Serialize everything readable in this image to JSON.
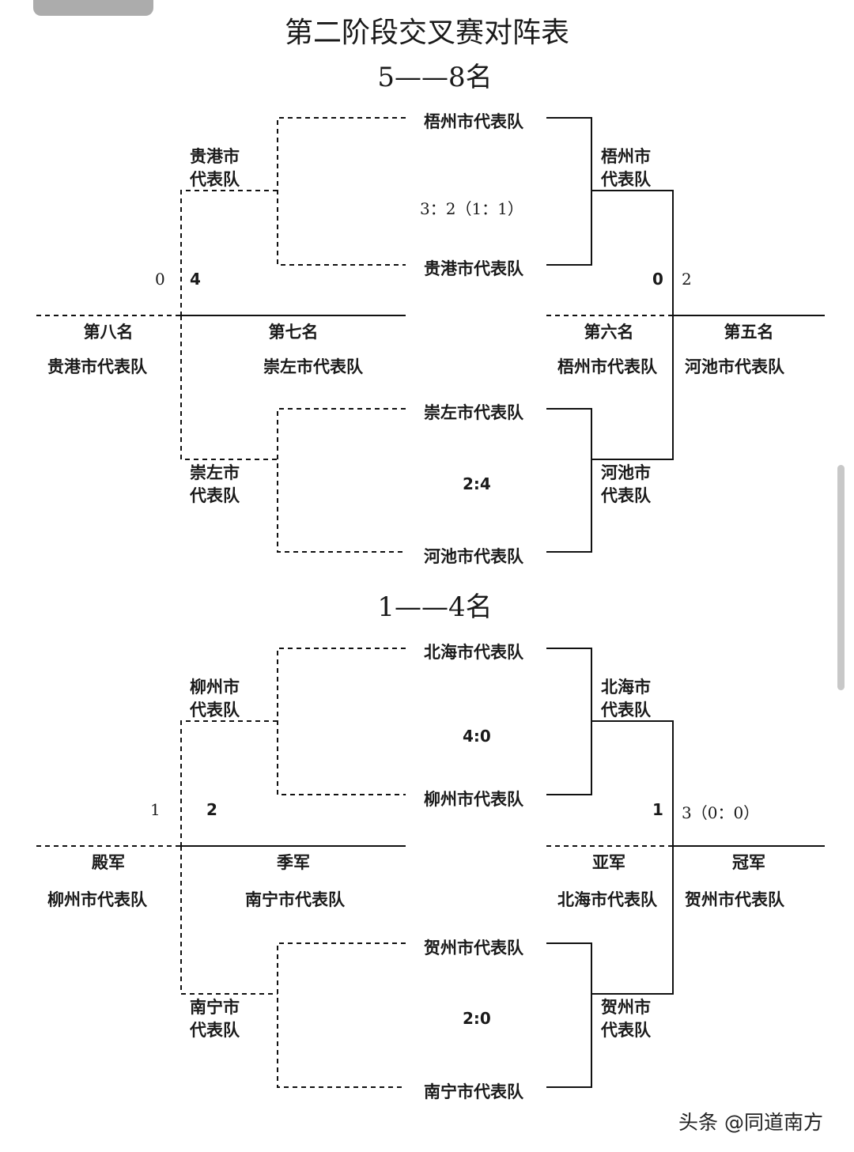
{
  "title": "第二阶段交叉赛对阵表",
  "watermark": "头条 @同道南方",
  "sections": [
    {
      "heading": "5——8名",
      "upper_match": {
        "team_top": "梧州市代表队",
        "team_bottom": "贵港市代表队",
        "score": "3：2（1：1）"
      },
      "lower_match": {
        "team_top": "崇左市代表队",
        "team_bottom": "河池市代表队",
        "score": "2:4"
      },
      "left_semi": {
        "upper_loser": "贵港市\n代表队",
        "lower_loser": "崇左市\n代表队",
        "score_left": "0",
        "score_right": "4"
      },
      "right_semi": {
        "upper_winner": "梧州市\n代表队",
        "lower_winner": "河池市\n代表队",
        "score_left": "0",
        "score_right": "2"
      },
      "ranks": [
        {
          "label": "第八名",
          "team": "贵港市代表队"
        },
        {
          "label": "第七名",
          "team": "崇左市代表队"
        },
        {
          "label": "第六名",
          "team": "梧州市代表队"
        },
        {
          "label": "第五名",
          "team": "河池市代表队"
        }
      ]
    },
    {
      "heading": "1——4名",
      "upper_match": {
        "team_top": "北海市代表队",
        "team_bottom": "柳州市代表队",
        "score": "4:0"
      },
      "lower_match": {
        "team_top": "贺州市代表队",
        "team_bottom": "南宁市代表队",
        "score": "2:0"
      },
      "left_semi": {
        "upper_loser": "柳州市\n代表队",
        "lower_loser": "南宁市\n代表队",
        "score_left": "1",
        "score_right": "2"
      },
      "right_semi": {
        "upper_winner": "北海市\n代表队",
        "lower_winner": "贺州市\n代表队",
        "score_left": "1",
        "score_right": "3（0：0）"
      },
      "ranks": [
        {
          "label": "殿军",
          "team": "柳州市代表队"
        },
        {
          "label": "季军",
          "team": "南宁市代表队"
        },
        {
          "label": "亚军",
          "team": "北海市代表队"
        },
        {
          "label": "冠军",
          "team": "贺州市代表队"
        }
      ]
    }
  ]
}
